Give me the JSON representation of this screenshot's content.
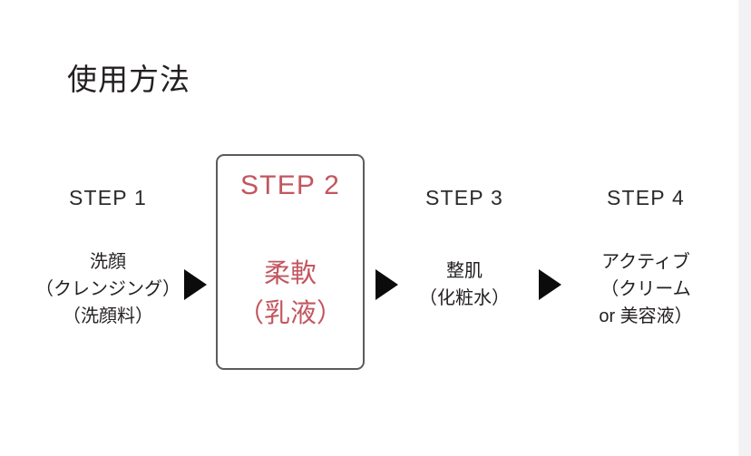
{
  "page": {
    "title": "使用方法",
    "background_color": "#ffffff",
    "accent_color": "#c2565f",
    "text_color": "#231f20"
  },
  "flow": {
    "steps": [
      {
        "head": "STEP 1",
        "highlighted": false,
        "lines": [
          "洗顔",
          "（クレンジング）",
          "（洗顔料）"
        ]
      },
      {
        "head": "STEP 2",
        "highlighted": true,
        "lines": [
          "柔軟",
          "（乳液）"
        ]
      },
      {
        "head": "STEP 3",
        "highlighted": false,
        "lines": [
          "整肌",
          "（化粧水）"
        ]
      },
      {
        "head": "STEP 4",
        "highlighted": false,
        "lines": [
          "アクティブ",
          "（クリーム",
          "or 美容液）"
        ]
      }
    ],
    "arrows": [
      {
        "icon": "triangle-right-icon"
      },
      {
        "icon": "triangle-right-icon"
      },
      {
        "icon": "triangle-right-icon"
      }
    ]
  }
}
